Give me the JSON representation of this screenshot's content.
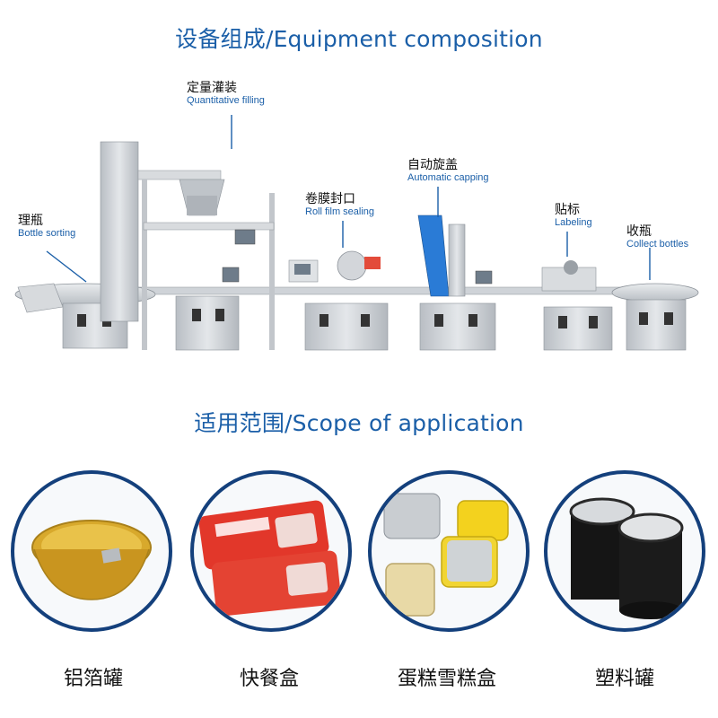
{
  "headings": {
    "equipment": "设备组成/Equipment composition",
    "scope": "适用范围/Scope of application"
  },
  "stations": [
    {
      "cn": "理瓶",
      "en": "Bottle sorting"
    },
    {
      "cn": "定量灌装",
      "en": "Quantitative filling"
    },
    {
      "cn": "卷膜封口",
      "en": "Roll film sealing"
    },
    {
      "cn": "自动旋盖",
      "en": "Automatic capping"
    },
    {
      "cn": "贴标",
      "en": "Labeling"
    },
    {
      "cn": "收瓶",
      "en": "Collect bottles"
    }
  ],
  "applications": [
    {
      "label": "铝箔罐"
    },
    {
      "label": "快餐盒"
    },
    {
      "label": "蛋糕雪糕盒"
    },
    {
      "label": "塑料罐"
    }
  ],
  "colors": {
    "heading": "#1b5fa8",
    "circle_border": "#14407c",
    "steel": "#c9cdd2"
  }
}
